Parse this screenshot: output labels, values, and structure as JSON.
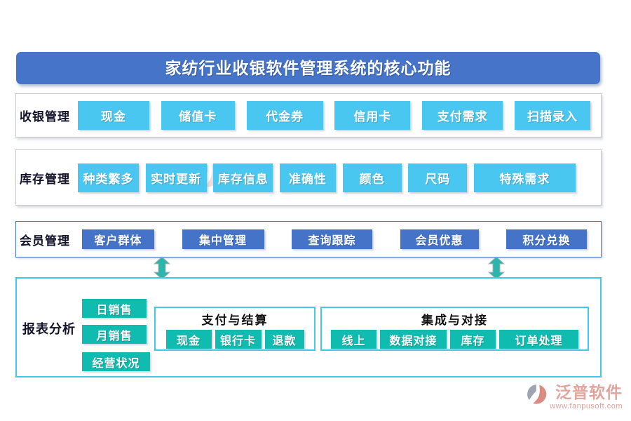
{
  "title": "家纺行业收银软件管理系统的核心功能",
  "colors": {
    "banner_blue": "#4574C9",
    "sky_blue": "#4AC7F0",
    "royal_blue": "#4473C8",
    "teal": "#10BCAF",
    "cyan_border": "#41C9EA",
    "arrow_teal": "#2CB5AB",
    "brand_salmon": "#E2A49D"
  },
  "rows": {
    "cashier": {
      "label": "收银管理",
      "buttons": [
        "现金",
        "储值卡",
        "代金券",
        "信用卡",
        "支付需求",
        "扫描录入"
      ]
    },
    "inventory": {
      "label": "库存管理",
      "buttons": [
        "种类繁多",
        "实时更新",
        "库存信息",
        "准确性",
        "颜色",
        "尺码",
        "特殊需求"
      ]
    },
    "member": {
      "label": "会员管理",
      "buttons": [
        "客户群体",
        "集中管理",
        "查询跟踪",
        "会员优惠",
        "积分兑换"
      ]
    },
    "report": {
      "label": "报表分析",
      "buttons": [
        "日销售",
        "月销售",
        "经营状况"
      ],
      "payment_group": {
        "title": "支付与结算",
        "buttons": [
          "现金",
          "银行卡",
          "退款"
        ]
      },
      "integration_group": {
        "title": "集成与对接",
        "buttons": [
          "线上",
          "数据对接",
          "库存",
          "订单处理"
        ]
      }
    }
  },
  "footer": {
    "brand": "泛普软件",
    "website": "www.fanpusoft.com"
  }
}
